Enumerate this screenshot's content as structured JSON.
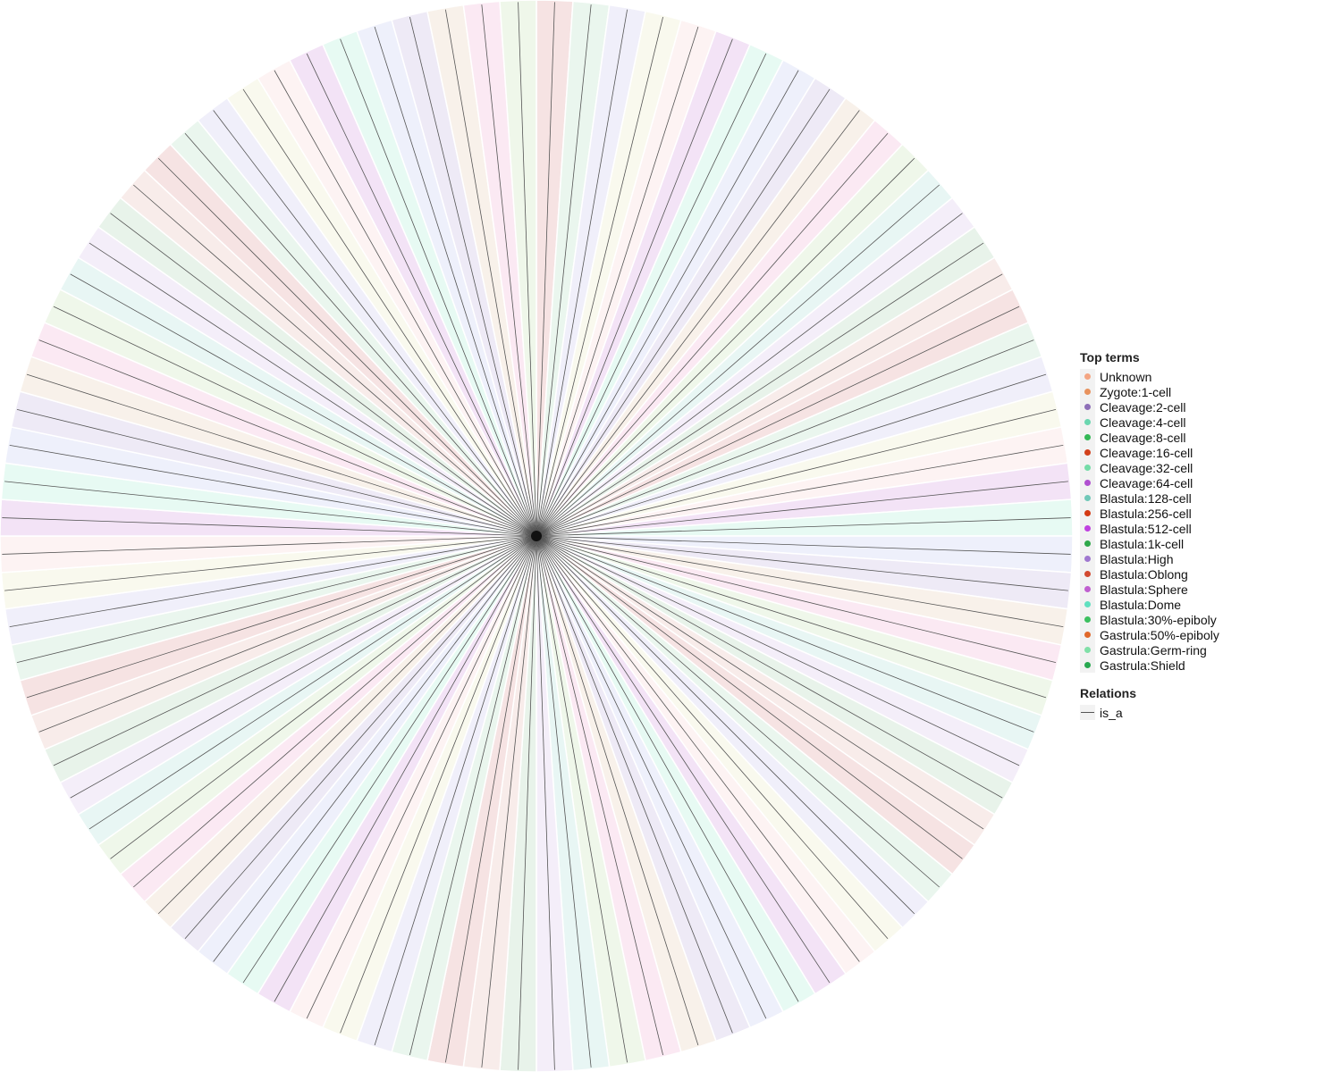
{
  "legend": {
    "top_terms_title": "Top terms",
    "top_terms": [
      {
        "label": "Unknown",
        "color": "#f4a582"
      },
      {
        "label": "Zygote:1-cell",
        "color": "#e8925e"
      },
      {
        "label": "Cleavage:2-cell",
        "color": "#8e6fb8"
      },
      {
        "label": "Cleavage:4-cell",
        "color": "#6ad6b0"
      },
      {
        "label": "Cleavage:8-cell",
        "color": "#33b856"
      },
      {
        "label": "Cleavage:16-cell",
        "color": "#d2411c"
      },
      {
        "label": "Cleavage:32-cell",
        "color": "#74dca8"
      },
      {
        "label": "Cleavage:64-cell",
        "color": "#b050d0"
      },
      {
        "label": "Blastula:128-cell",
        "color": "#70c8b8"
      },
      {
        "label": "Blastula:256-cell",
        "color": "#d43a14"
      },
      {
        "label": "Blastula:512-cell",
        "color": "#c040e0"
      },
      {
        "label": "Blastula:1k-cell",
        "color": "#2fa84a"
      },
      {
        "label": "Blastula:High",
        "color": "#a078d0"
      },
      {
        "label": "Blastula:Oblong",
        "color": "#d24a30"
      },
      {
        "label": "Blastula:Sphere",
        "color": "#c060d0"
      },
      {
        "label": "Blastula:Dome",
        "color": "#60e0c0"
      },
      {
        "label": "Blastula:30%-epiboly",
        "color": "#3cc060"
      },
      {
        "label": "Gastrula:50%-epiboly",
        "color": "#e0682a"
      },
      {
        "label": "Gastrula:Germ-ring",
        "color": "#80e0a8"
      },
      {
        "label": "Gastrula:Shield",
        "color": "#28a850"
      }
    ],
    "relations_title": "Relations",
    "relations": [
      {
        "label": "is_a",
        "color": "#555555"
      }
    ]
  },
  "diagram": {
    "type": "radial-ontology-tree",
    "root_color": "#111111",
    "edge_color": "#555555",
    "sector_count": 92
  }
}
